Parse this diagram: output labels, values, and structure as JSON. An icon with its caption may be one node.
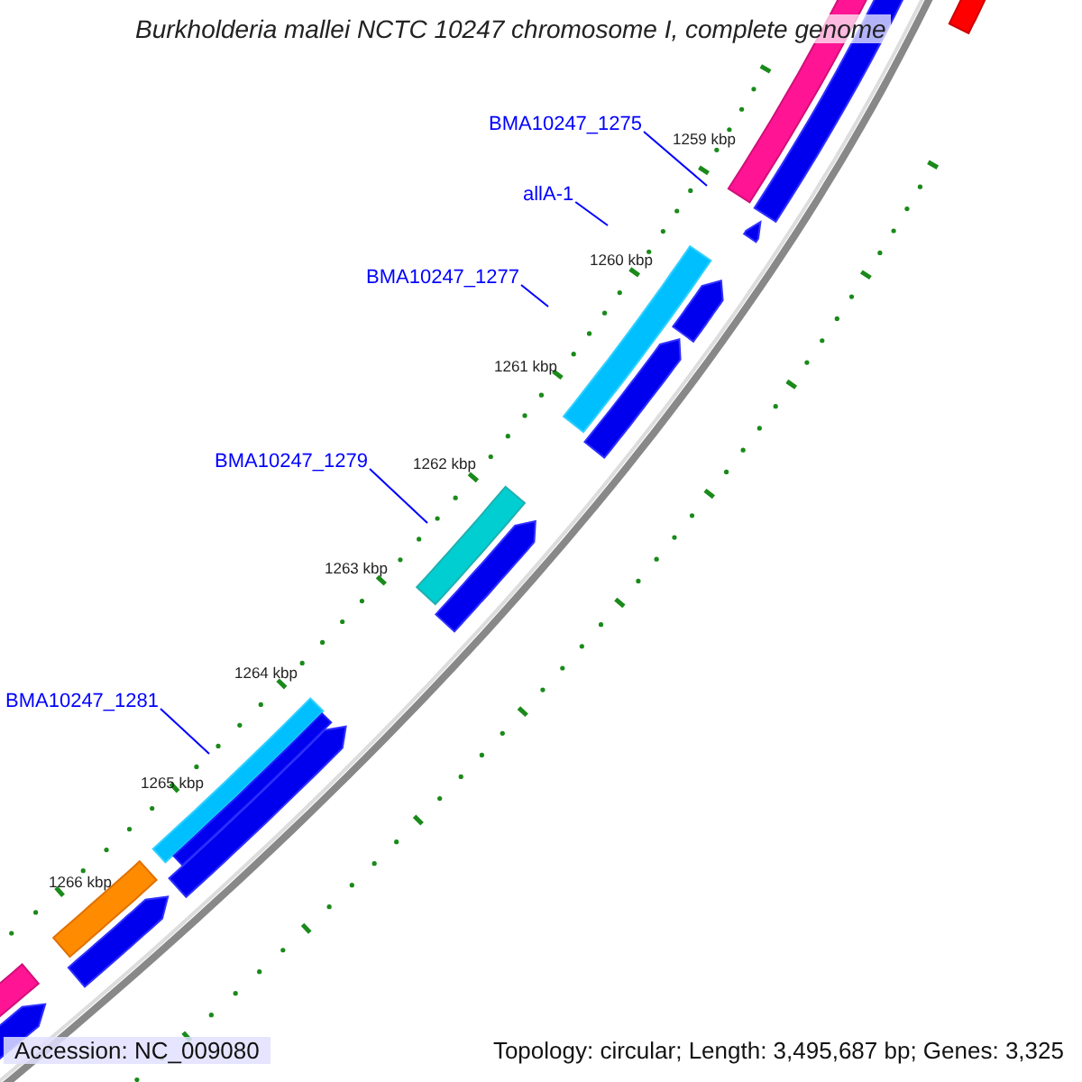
{
  "diagram": {
    "title": "Burkholderia mallei NCTC 10247 chromosome I, complete genome",
    "nodes": [
      {
        "text": [
          "BMA10247_1275"
        ]
      },
      {
        "text": [
          "allA-1"
        ]
      },
      {
        "text": [
          "BMA10247_1277"
        ]
      },
      {
        "text": [
          "BMA10247_1279"
        ]
      },
      {
        "text": [
          "BMA10247_1281"
        ]
      }
    ],
    "edges": [
      {
        "from": 0,
        "to": null,
        "arrow": "none"
      },
      {
        "from": 1,
        "to": null,
        "arrow": "none"
      },
      {
        "from": 2,
        "to": null,
        "arrow": "none"
      },
      {
        "from": 3,
        "to": null,
        "arrow": "none"
      },
      {
        "from": 4,
        "to": null,
        "arrow": "none"
      }
    ],
    "labels": [
      "1259 kbp",
      "1260 kbp",
      "1261 kbp",
      "1262 kbp",
      "1263 kbp",
      "1264 kbp",
      "1265 kbp",
      "1266 kbp",
      "Accession: NC_009080",
      "Topology: circular; Length: 3,495,687 bp; Genes: 3,325"
    ]
  }
}
